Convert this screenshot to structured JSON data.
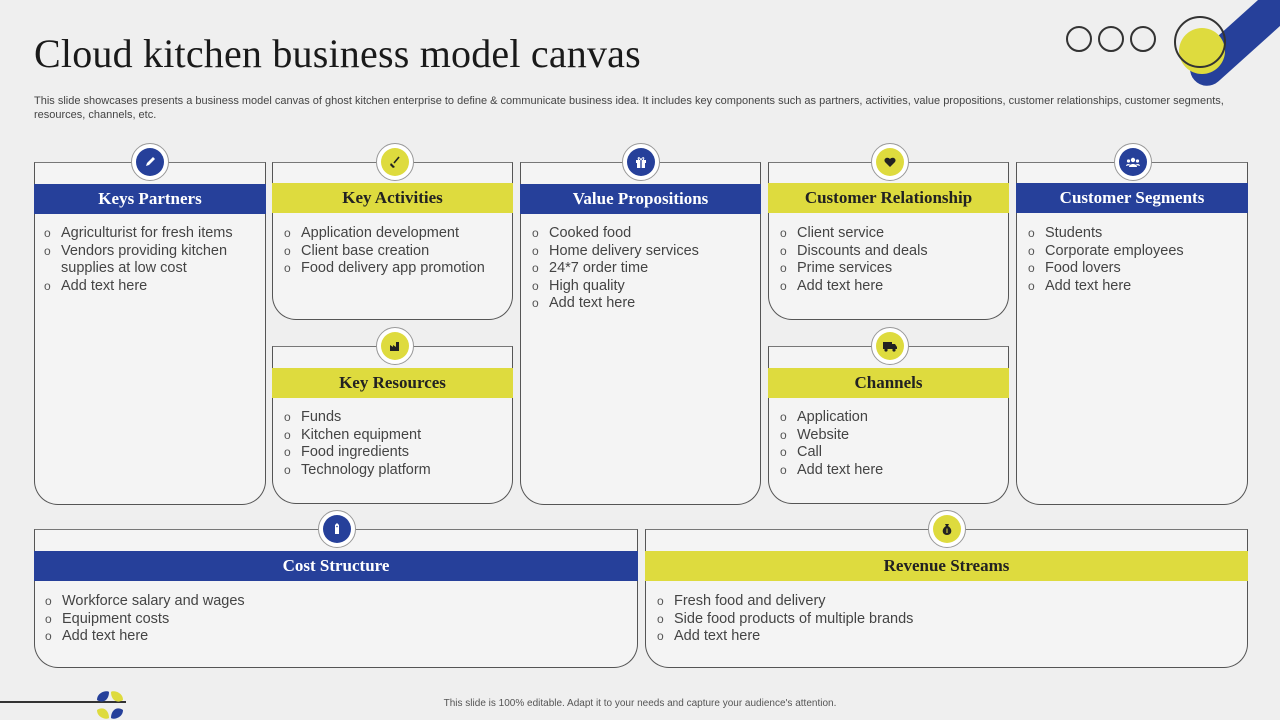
{
  "header": {
    "title": "Cloud kitchen business model canvas",
    "description": "This slide showcases presents a business model canvas of ghost kitchen enterprise to define & communicate business idea. It includes key components such as partners, activities, value propositions, customer relationships, customer segments, resources, channels, etc."
  },
  "colors": {
    "blue": "#26409a",
    "yellow": "#dedb3e"
  },
  "sections": {
    "key_partners": {
      "title": "Keys Partners",
      "icon": "pencil-icon",
      "items": [
        "Agriculturist for fresh items",
        "Vendors providing kitchen supplies at low cost",
        "Add text here"
      ]
    },
    "key_activities": {
      "title": "Key Activities",
      "icon": "shovel-icon",
      "items": [
        "Application development",
        "Client base creation",
        "Food delivery app promotion"
      ]
    },
    "key_resources": {
      "title": "Key Resources",
      "icon": "factory-icon",
      "items": [
        "Funds",
        "Kitchen equipment",
        "Food ingredients",
        "Technology platform"
      ]
    },
    "value_propositions": {
      "title": "Value Propositions",
      "icon": "gift-icon",
      "items": [
        "Cooked food",
        "Home delivery services",
        "24*7 order time",
        "High quality",
        "Add text here"
      ]
    },
    "customer_relationship": {
      "title": "Customer Relationship",
      "icon": "heart-icon",
      "items": [
        "Client service",
        "Discounts and deals",
        "Prime services",
        "Add text here"
      ]
    },
    "channels": {
      "title": "Channels",
      "icon": "truck-icon",
      "items": [
        "Application",
        "Website",
        "Call",
        "Add text here"
      ]
    },
    "customer_segments": {
      "title": "Customer Segments",
      "icon": "users-icon",
      "items": [
        "Students",
        "Corporate employees",
        "Food lovers",
        "Add text here"
      ]
    },
    "cost_structure": {
      "title": "Cost Structure",
      "icon": "price-tag-icon",
      "items": [
        "Workforce salary and wages",
        "Equipment costs",
        "Add text here"
      ]
    },
    "revenue_streams": {
      "title": "Revenue Streams",
      "icon": "money-bag-icon",
      "items": [
        "Fresh food and delivery",
        "Side food products of multiple brands",
        "Add text here"
      ]
    }
  },
  "footer": {
    "text": "This slide is 100% editable. Adapt it to your needs and capture your audience's attention."
  }
}
